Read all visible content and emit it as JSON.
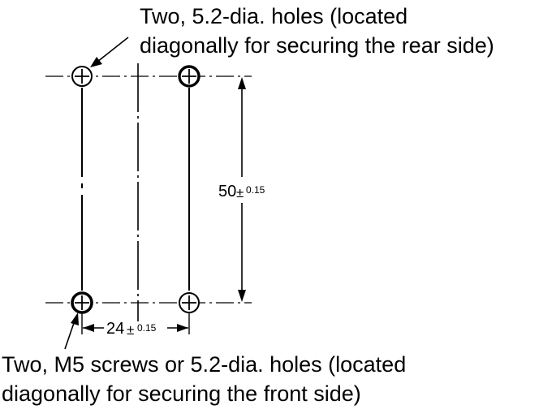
{
  "annotations": {
    "rear_holes": {
      "line1": "Two, 5.2-dia. holes (located",
      "line2": "diagonally for securing the rear side)"
    },
    "front_holes": {
      "line1": "Two, M5 screws or 5.2-dia. holes (located",
      "line2": "diagonally for securing the front side)"
    }
  },
  "dimensions": {
    "vertical": {
      "value": "50",
      "tolerance_sign": "±",
      "tolerance": "0.15"
    },
    "horizontal": {
      "value": "24",
      "tolerance_sign": "±",
      "tolerance": "0.15"
    }
  },
  "colors": {
    "ink": "#000000",
    "background": "#ffffff"
  }
}
